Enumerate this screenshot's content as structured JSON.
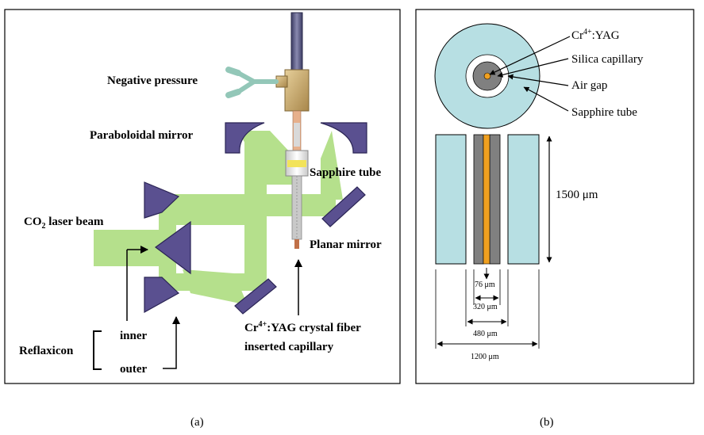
{
  "panel_a": {
    "caption": "(a)",
    "labels": {
      "negative_pressure": "Negative pressure",
      "paraboloidal_mirror": "Paraboloidal mirror",
      "sapphire_tube": "Sapphire tube",
      "co2_laser_beam_prefix": "CO",
      "co2_laser_beam_sub": "2",
      "co2_laser_beam_suffix": " laser beam",
      "planar_mirror": "Planar mirror",
      "crystal_fiber_prefix": "Cr",
      "crystal_fiber_sup": "4+",
      "crystal_fiber_suffix": ":YAG crystal fiber",
      "crystal_fiber_line2": "inserted capillary",
      "reflaxicon": "Reflaxicon",
      "inner": "inner",
      "outer": "outer"
    }
  },
  "panel_b": {
    "caption": "(b)",
    "labels": {
      "cr_yag_prefix": "Cr",
      "cr_yag_sup": "4+",
      "cr_yag_suffix": ":YAG",
      "silica_capillary": "Silica capillary",
      "air_gap": "Air gap",
      "sapphire_tube": "Sapphire tube"
    },
    "dimensions": {
      "length": "1500 μm",
      "d76": "76 μm",
      "d320": "320 μm",
      "d480": "480 μm",
      "d1200": "1200 μm"
    }
  },
  "colors": {
    "beam": "#b5e08c",
    "mirror": "#5a5090",
    "sapphire": "#b7dfe3",
    "capillary": "#808080",
    "core": "#f0a020",
    "valve": "#c9a86a"
  }
}
